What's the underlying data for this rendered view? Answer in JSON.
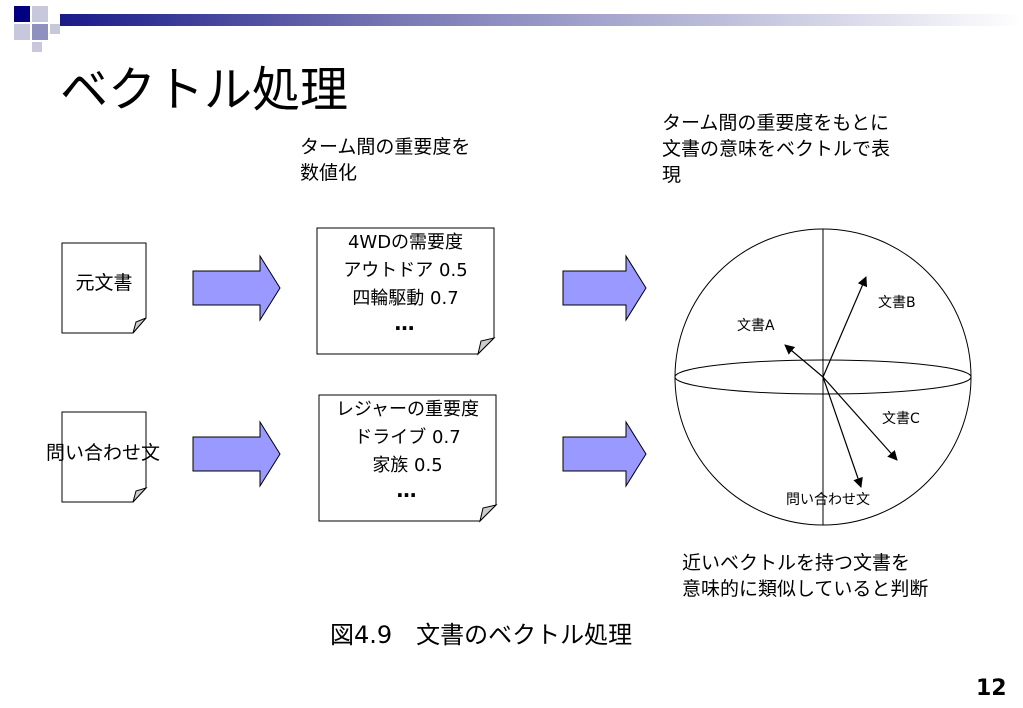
{
  "slide": {
    "title": "ベクトル処理",
    "page_number": "12",
    "colors": {
      "arrow_fill": "#9999ff",
      "header_navy": "#000080",
      "header_light": "#d6d6e6"
    }
  },
  "annotations": {
    "quantify": [
      "ターム間の重要度を",
      "数値化"
    ],
    "represent": [
      "ターム間の重要度をもとに",
      "文書の意味をベクトルで表",
      "現"
    ],
    "judge": [
      "近いベクトルを持つ文書を",
      "意味的に類似していると判断"
    ]
  },
  "documents": {
    "source": "元文書",
    "query": "問い合わせ文"
  },
  "cards": {
    "top": {
      "lines": [
        "4WDの需要度",
        "アウトドア 0.5",
        "四輪駆動 0.7"
      ],
      "dots": "…"
    },
    "bottom": {
      "lines": [
        "レジャーの重要度",
        "ドライブ 0.7",
        "家族 0.5"
      ],
      "dots": "…"
    }
  },
  "vectors": {
    "doc_a": "文書A",
    "doc_b": "文書B",
    "doc_c": "文書C",
    "query": "問い合わせ文"
  },
  "caption": "図4.9　文書のベクトル処理"
}
